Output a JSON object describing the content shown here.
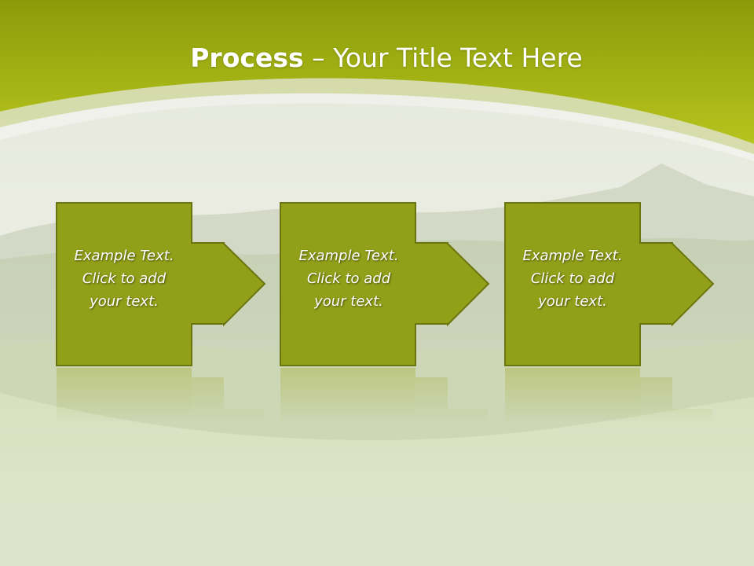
{
  "slide": {
    "title_bold": "Process",
    "title_rest": " – Your Title Text Here",
    "steps": [
      {
        "text": "Example Text.\nClick  to add\nyour text."
      },
      {
        "text": "Example Text.\nClick  to add\nyour text."
      },
      {
        "text": "Example Text.\nClick  to add\nyour text."
      }
    ]
  },
  "colors": {
    "header_green": "#a8b817",
    "box_fill": "#92a019",
    "box_border": "#6b7510"
  }
}
